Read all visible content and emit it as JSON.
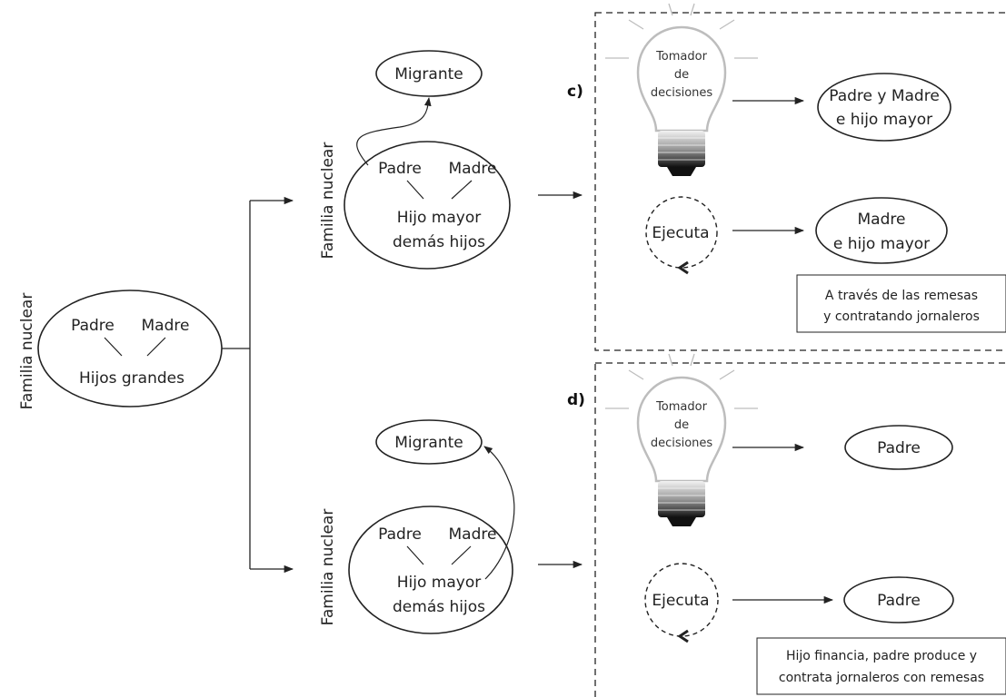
{
  "left": {
    "side_label": "Familia nuclear",
    "padre": "Padre",
    "madre": "Madre",
    "hijos": "Hijos grandes"
  },
  "top": {
    "side_label": "Familia nuclear",
    "migrante": "Migrante",
    "padre": "Padre",
    "madre": "Madre",
    "hijo_mayor": "Hijo mayor",
    "demas_hijos": "demás hijos"
  },
  "bottom": {
    "side_label": "Familia nuclear",
    "migrante": "Migrante",
    "padre": "Padre",
    "madre": "Madre",
    "hijo_mayor": "Hijo mayor",
    "demas_hijos": "demás hijos"
  },
  "panel_c": {
    "letter": "c)",
    "bulb_line1": "Tomador",
    "bulb_line2": "de",
    "bulb_line3": "decisiones",
    "decision_line1": "Padre y Madre",
    "decision_line2": "e hijo mayor",
    "ejecuta": "Ejecuta",
    "exec_line1": "Madre",
    "exec_line2": "e hijo mayor",
    "note_line1": "A través de las remesas",
    "note_line2": "y contratando jornaleros"
  },
  "panel_d": {
    "letter": "d)",
    "bulb_line1": "Tomador",
    "bulb_line2": "de",
    "bulb_line3": "decisiones",
    "decision": "Padre",
    "ejecuta": "Ejecuta",
    "exec": "Padre",
    "note_line1": "Hijo financia, padre produce y",
    "note_line2": "contrata jornaleros con remesas"
  }
}
